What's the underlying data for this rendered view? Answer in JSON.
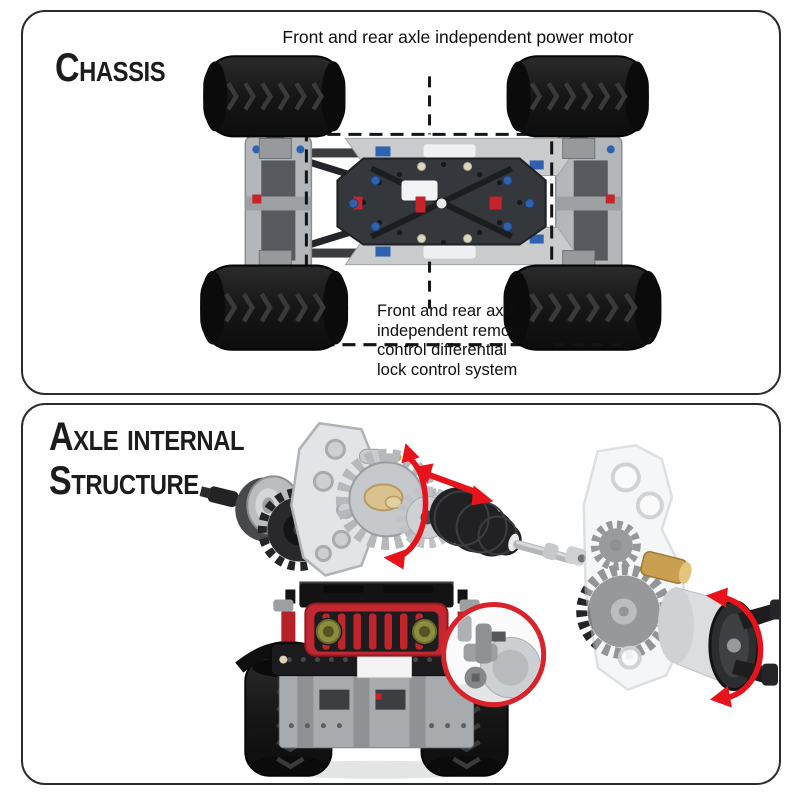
{
  "colors": {
    "background": "#ffffff",
    "panel_border": "#2b2b2b",
    "text": "#0e0e0e",
    "callout_dash": "#141414",
    "arrow_red": "#e8121a",
    "magnifier_ring_red": "#d8232a",
    "truck_red": "#c32730",
    "tire_black": "#151515",
    "part_gray_light": "#e2e4e6",
    "part_gray": "#b9bcbf",
    "chassis_dark": "#34373b",
    "pin_blue": "#2e62b0",
    "gear_tan": "#d9c28d",
    "brass": "#c9a050"
  },
  "chassis_panel": {
    "title": "Chassis",
    "top_annotation": "Front and rear axle independent power motor",
    "bottom_annotation_lines": [
      "Front and rear axle",
      "independent remote",
      "control differential",
      "lock control system"
    ]
  },
  "axle_panel": {
    "title_lines": [
      "Axle internal",
      "Structure"
    ]
  }
}
